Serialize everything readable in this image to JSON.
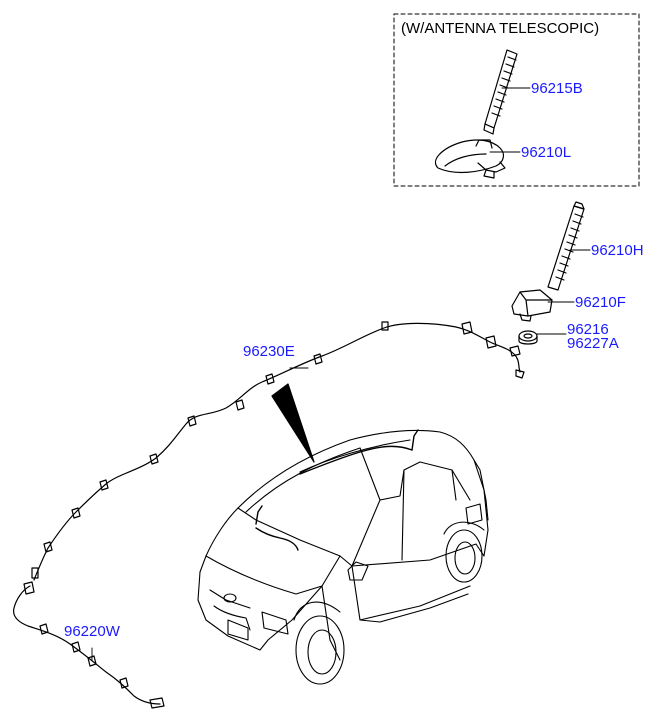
{
  "option_box": {
    "title": "(W/ANTENNA TELESCOPIC)"
  },
  "parts": [
    {
      "id": "p1",
      "number": "96215B"
    },
    {
      "id": "p2",
      "number": "96210L"
    },
    {
      "id": "p3",
      "number": "96210H"
    },
    {
      "id": "p4",
      "number": "96210F"
    },
    {
      "id": "p5",
      "number": "96216"
    },
    {
      "id": "p6",
      "number": "96227A"
    },
    {
      "id": "p7",
      "number": "96230E"
    },
    {
      "id": "p8",
      "number": "96220W"
    }
  ],
  "colors": {
    "callout_text": "#1a1aff",
    "line_art": "#000000"
  }
}
